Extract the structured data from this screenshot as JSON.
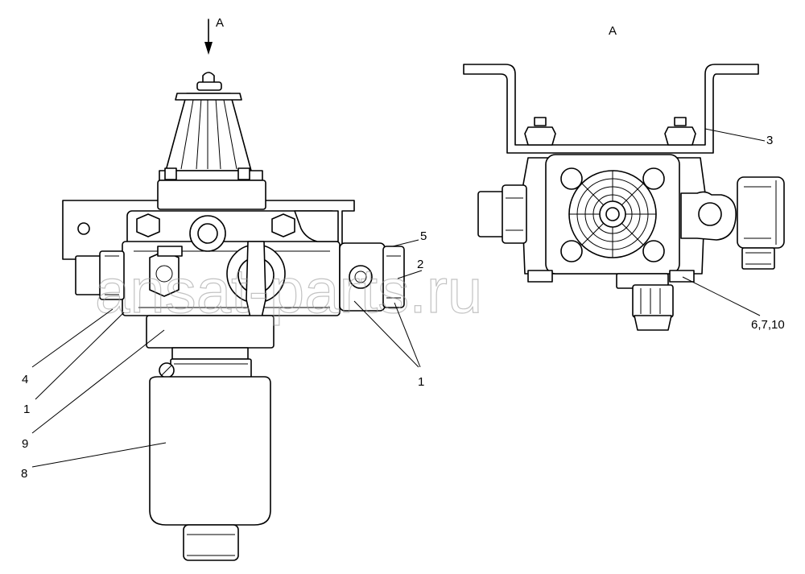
{
  "view_labels": {
    "arrow": "A",
    "view": "A"
  },
  "callouts": [
    "5",
    "2",
    "1",
    "4",
    "1",
    "9",
    "8",
    "3",
    "6,7,10"
  ],
  "watermark": "ansat-parts.ru"
}
